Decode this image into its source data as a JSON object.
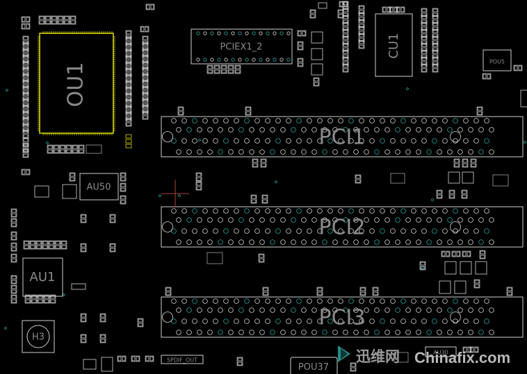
{
  "board": {
    "background": "#000000",
    "outline_color": "#e6e6e6",
    "pad_color": "#d8d8d8",
    "via_color": "#2aa5a5",
    "highlight_color": "#d8d800",
    "cursor_color": "#b04040"
  },
  "labels": {
    "ou1": "OU1",
    "cu1": "CU1",
    "pcie_x1_2": "PCIEX1_2",
    "pci1": "PCI1",
    "pci2": "PCI2",
    "pci3": "PCI3",
    "au1": "AU1",
    "au50": "AU50",
    "h3": "H3",
    "pou37": "POU37",
    "pou5": "POU5",
    "spdif_out": "SPDIF_OUT",
    "au30": "AU30"
  },
  "watermark": {
    "cn_text": "迅维网",
    "site_text": "Chinafix.com",
    "accent_color": "#d43a2a",
    "logo_color": "#2ea3a0"
  }
}
